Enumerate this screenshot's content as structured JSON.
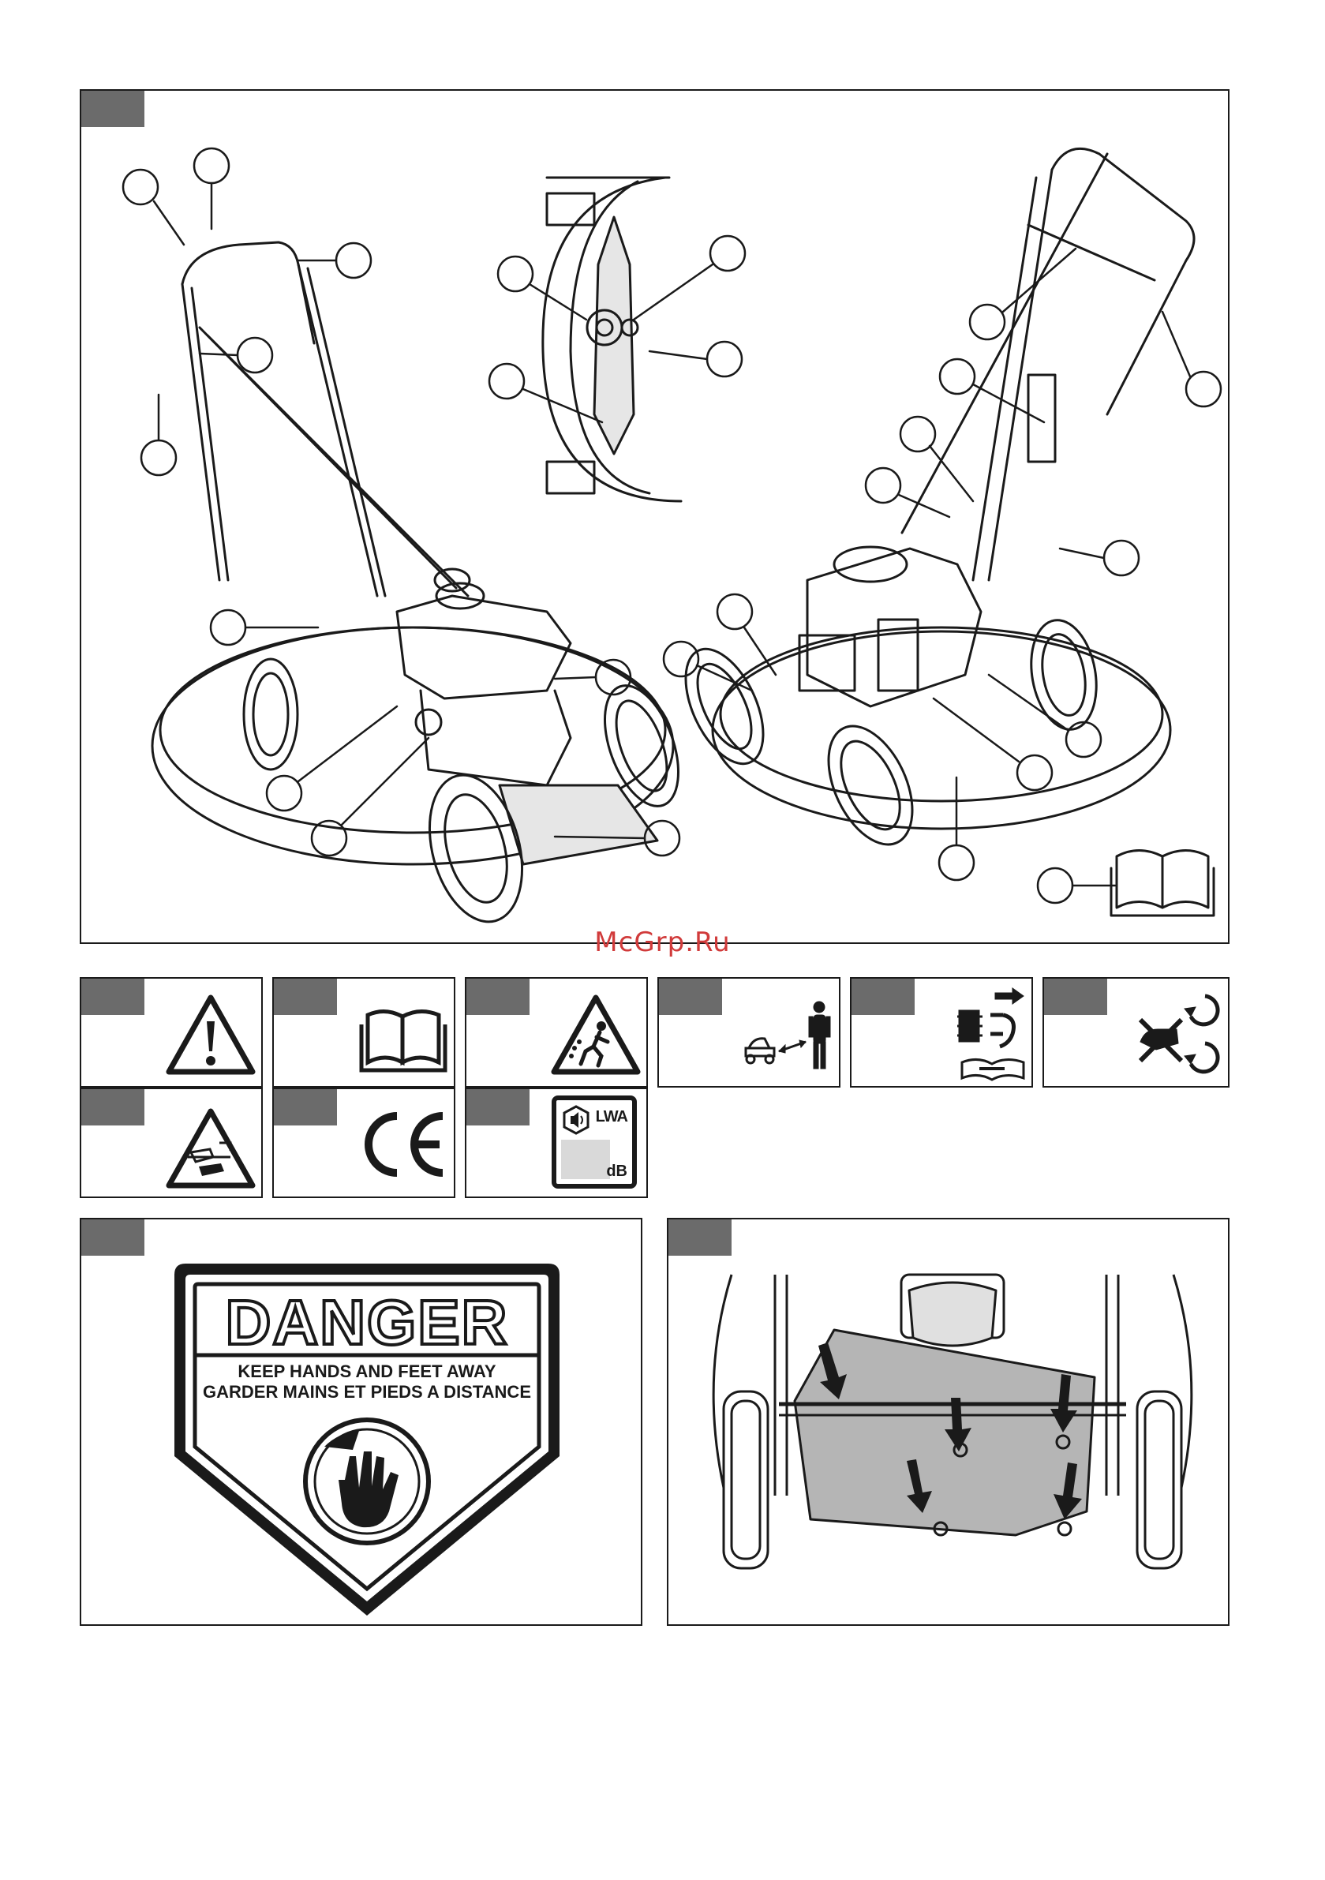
{
  "watermark": "McGrp.Ru",
  "danger_label": {
    "title": "DANGER",
    "line1": "KEEP HANDS AND FEET AWAY",
    "line2": "GARDER MAINS ET PIEDS A DISTANCE"
  },
  "noise_label": {
    "lwa": "LWA",
    "db": "dB"
  },
  "icons": {
    "warning": "warning-triangle-icon",
    "manual": "open-book-icon",
    "thrown_objects": "thrown-objects-warning-icon",
    "keep_distance": "keep-bystanders-away-icon",
    "maintenance": "spark-plug-disconnect-icon",
    "rotating_blade": "rotating-blade-hand-icon",
    "cutting_hand": "cutting-hand-warning-icon",
    "ce": "ce-mark-icon"
  },
  "colors": {
    "ink": "#1a1a1a",
    "tab": "#6b6b6b",
    "shade": "#b5b5b5",
    "watermark": "#d13b3b"
  }
}
